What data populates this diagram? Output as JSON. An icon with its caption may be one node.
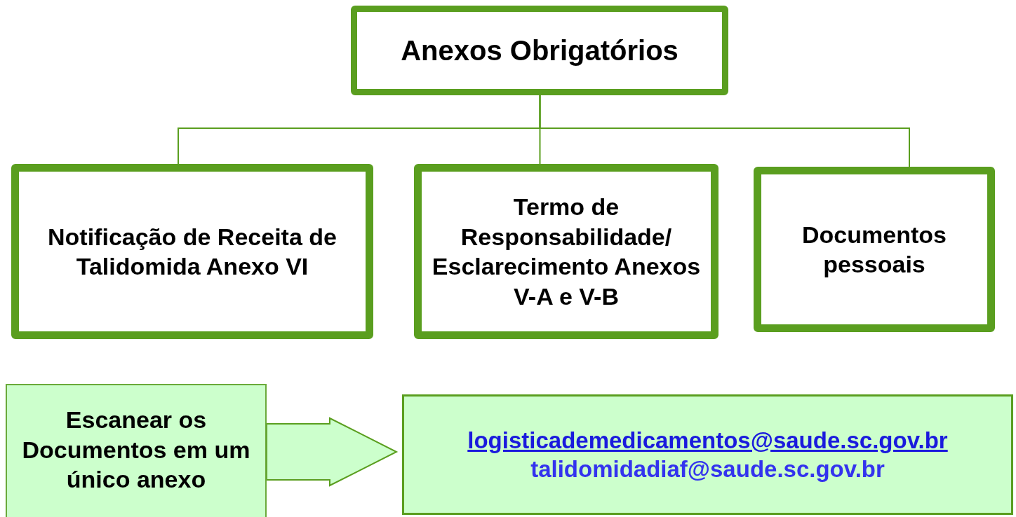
{
  "diagram": {
    "nodes": [
      {
        "text": [
          "Anexos Obrigatórios"
        ]
      },
      {
        "text": [
          "Notificação de Receita de Talidomida Anexo VI"
        ]
      },
      {
        "text": [
          "Termo de Responsabilidade/ Esclarecimento Anexos V-A e V-B"
        ]
      },
      {
        "text": [
          "Documentos pessoais"
        ]
      },
      {
        "text": [
          "Escanear os Documentos em um único anexo"
        ]
      },
      {
        "text": [
          "logisticademedicamentos@saude.sc.gov.br",
          "talidomidadiaf@saude.sc.gov.br"
        ]
      }
    ],
    "edges": [
      {
        "from": 0,
        "to": 1,
        "arrow": "none"
      },
      {
        "from": 0,
        "to": 2,
        "arrow": "none"
      },
      {
        "from": 0,
        "to": 3,
        "arrow": "none"
      },
      {
        "from": 4,
        "to": 5,
        "arrow": "to",
        "style": "thick"
      }
    ]
  }
}
